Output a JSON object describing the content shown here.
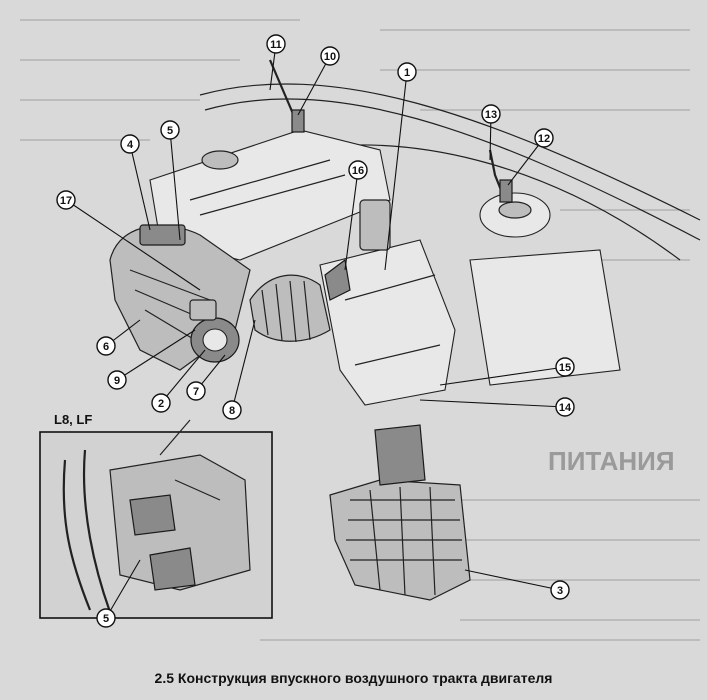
{
  "caption": "2.5 Конструкция впускного воздушного тракта двигателя",
  "inset_label": "L8, LF",
  "background_heading": "ПИТАНИЯ",
  "callouts": [
    {
      "id": "c1",
      "label": "1"
    },
    {
      "id": "c2",
      "label": "2"
    },
    {
      "id": "c3",
      "label": "3"
    },
    {
      "id": "c4",
      "label": "4"
    },
    {
      "id": "c5",
      "label": "5"
    },
    {
      "id": "c5b",
      "label": "5"
    },
    {
      "id": "c6",
      "label": "6"
    },
    {
      "id": "c7",
      "label": "7"
    },
    {
      "id": "c8",
      "label": "8"
    },
    {
      "id": "c9",
      "label": "9"
    },
    {
      "id": "c10",
      "label": "10"
    },
    {
      "id": "c11",
      "label": "11"
    },
    {
      "id": "c12",
      "label": "12"
    },
    {
      "id": "c13",
      "label": "13"
    },
    {
      "id": "c14",
      "label": "14"
    },
    {
      "id": "c15",
      "label": "15"
    },
    {
      "id": "c16",
      "label": "16"
    },
    {
      "id": "c17",
      "label": "17"
    }
  ]
}
